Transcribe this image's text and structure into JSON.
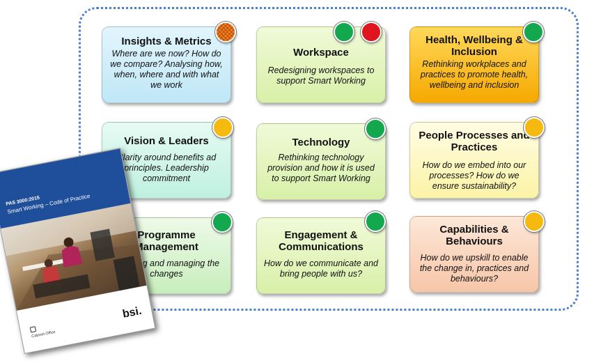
{
  "cards": [
    {
      "title": "Insights & Metrics",
      "desc": "Where are we now? How do we compare? Analysing how, when, where and with what we work"
    },
    {
      "title": "Workspace",
      "desc": "Redesigning workspaces to support Smart Working"
    },
    {
      "title": "Health, Wellbeing & Inclusion",
      "desc": "Rethinking workplaces and practices to promote health, wellbeing and inclusion"
    },
    {
      "title": "Vision & Leaders",
      "desc": "Clarity around benefits ad principles. Leadership commitment"
    },
    {
      "title": "Technology",
      "desc": "Rethinking technology provision and how it is used to support Smart Working"
    },
    {
      "title": "People Processes and Practices",
      "desc": "How do we embed into our processes? How do we ensure sustainability?"
    },
    {
      "title": "Programme Management",
      "desc": "Planning and managing the changes"
    },
    {
      "title": "Engagement & Communications",
      "desc": "How do we communicate and bring people with us?"
    },
    {
      "title": "Capabilities & Behaviours",
      "desc": "How do we upskill to enable the change in, practices and behaviours?"
    }
  ],
  "status_colors": {
    "green": "#14a84e",
    "red": "#e0161e",
    "amber": "#f6b90f",
    "hatched_orange": "#f58220"
  },
  "book": {
    "code": "PAS 3000:2015",
    "subtitle": "Smart Working – Code of Practice",
    "brand": "bsi.",
    "publisher": "Cabinet Office"
  }
}
